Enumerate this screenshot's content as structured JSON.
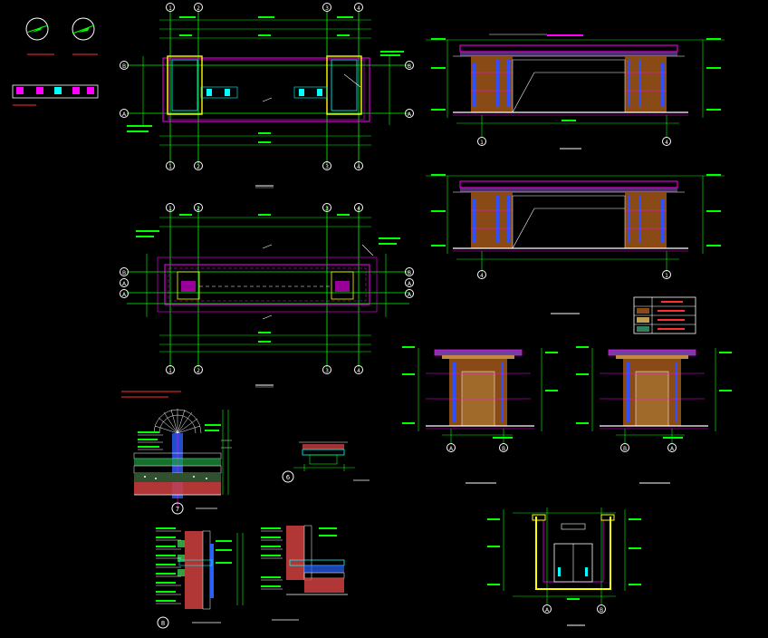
{
  "colors": {
    "background": "#000000",
    "axis": "#ffffff",
    "dim": "#00ff00",
    "grid": "#ff00ff",
    "cyan": "#00ffff",
    "yellow": "#ffff00",
    "blue": "#3050ff",
    "red": "#ff3030",
    "brown": "#a06020",
    "orange": "#ffa040"
  },
  "plan_axes": {
    "top_numbers": [
      "1",
      "2",
      "3",
      "4"
    ],
    "side_letters": [
      "B",
      "A"
    ],
    "lower_side_letters": [
      "B",
      "A",
      "A"
    ]
  },
  "section_axes": {
    "sec1": [
      "1",
      "4"
    ],
    "sec2": [
      "4",
      "1"
    ],
    "sec3": [
      "A",
      "B"
    ],
    "sec4": [
      "B",
      "A"
    ],
    "sec5": [
      "A",
      "B"
    ]
  },
  "detail_numbers": {
    "d7": "7",
    "d6": "6",
    "d8": "8"
  }
}
